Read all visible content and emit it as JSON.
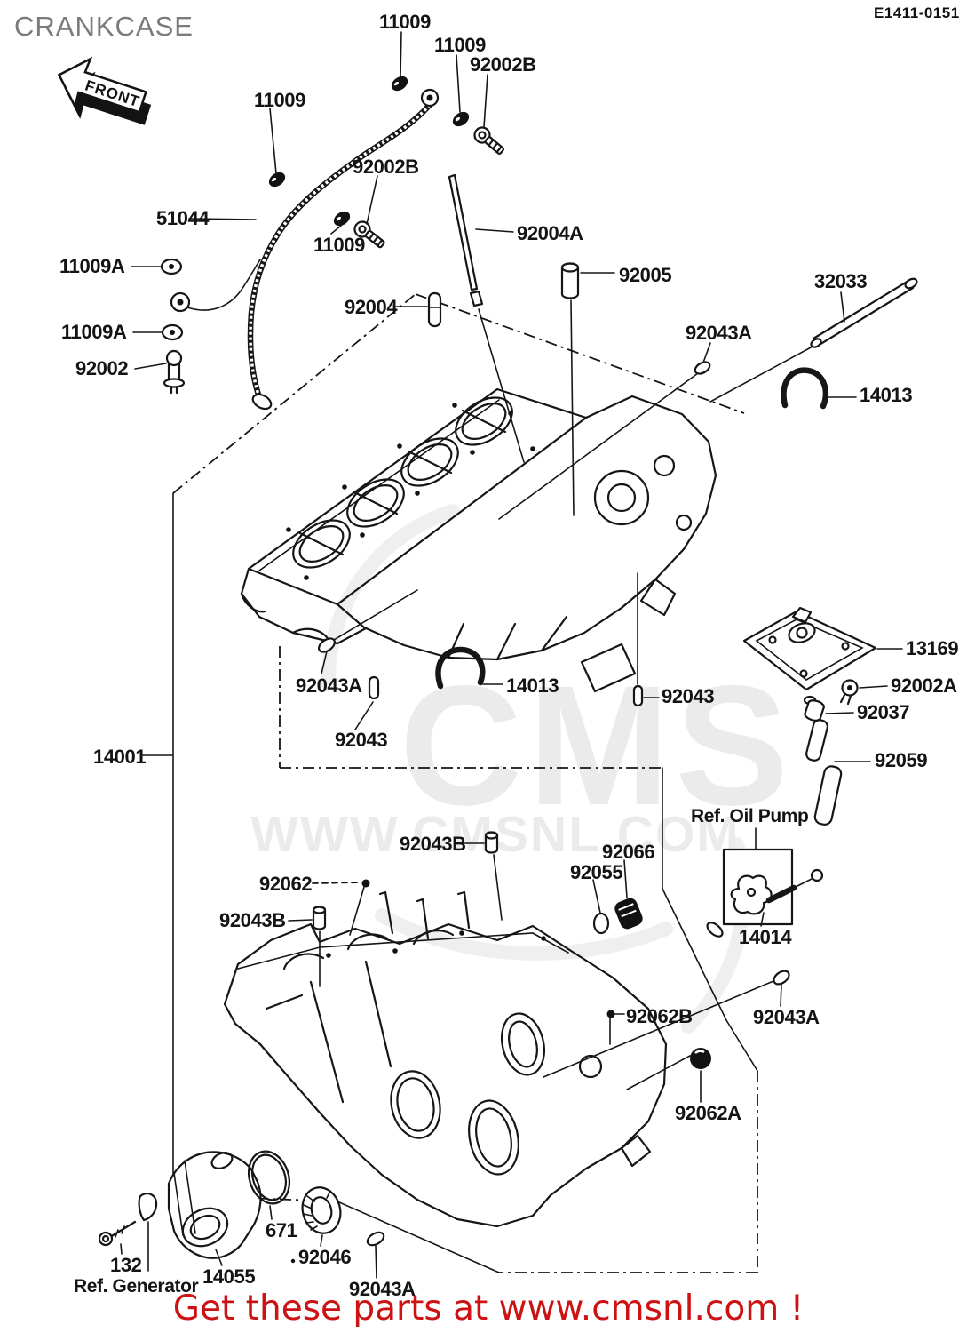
{
  "header": {
    "title": "CRANKCASE",
    "doc_number": "E1411-0151",
    "front_arrow": "FRONT"
  },
  "watermark": {
    "logo": "CMS",
    "url": "WWW.CMSNL.COM"
  },
  "footer": {
    "promo": "Get these parts at www.cmsnl.com !"
  },
  "colors": {
    "promo_red": "#cc1212",
    "title_gray": "#7b7b7b",
    "line_black": "#161616",
    "watermark_gray": "#ebebeb"
  },
  "labels": [
    {
      "text": "11009"
    },
    {
      "text": "11009"
    },
    {
      "text": "92002B"
    },
    {
      "text": "11009"
    },
    {
      "text": "92002B"
    },
    {
      "text": "11009"
    },
    {
      "text": "51044"
    },
    {
      "text": "11009A"
    },
    {
      "text": "11009A"
    },
    {
      "text": "92002"
    },
    {
      "text": "92004"
    },
    {
      "text": "92004A"
    },
    {
      "text": "92005"
    },
    {
      "text": "92043A"
    },
    {
      "text": "32033"
    },
    {
      "text": "14013"
    },
    {
      "text": "92043A"
    },
    {
      "text": "92043"
    },
    {
      "text": "14013"
    },
    {
      "text": "92043"
    },
    {
      "text": "13169"
    },
    {
      "text": "92002A"
    },
    {
      "text": "92037"
    },
    {
      "text": "92059"
    },
    {
      "text": "14001"
    },
    {
      "text": "92043B"
    },
    {
      "text": "92062"
    },
    {
      "text": "92043B"
    },
    {
      "text": "92066"
    },
    {
      "text": "92055"
    },
    {
      "text": "Ref. Oil Pump"
    },
    {
      "text": "14014"
    },
    {
      "text": "92062B"
    },
    {
      "text": "92043A"
    },
    {
      "text": "92062A"
    },
    {
      "text": "671"
    },
    {
      "text": "92046"
    },
    {
      "text": "132"
    },
    {
      "text": "Ref. Generator"
    },
    {
      "text": "14055"
    },
    {
      "text": "92043A"
    }
  ]
}
